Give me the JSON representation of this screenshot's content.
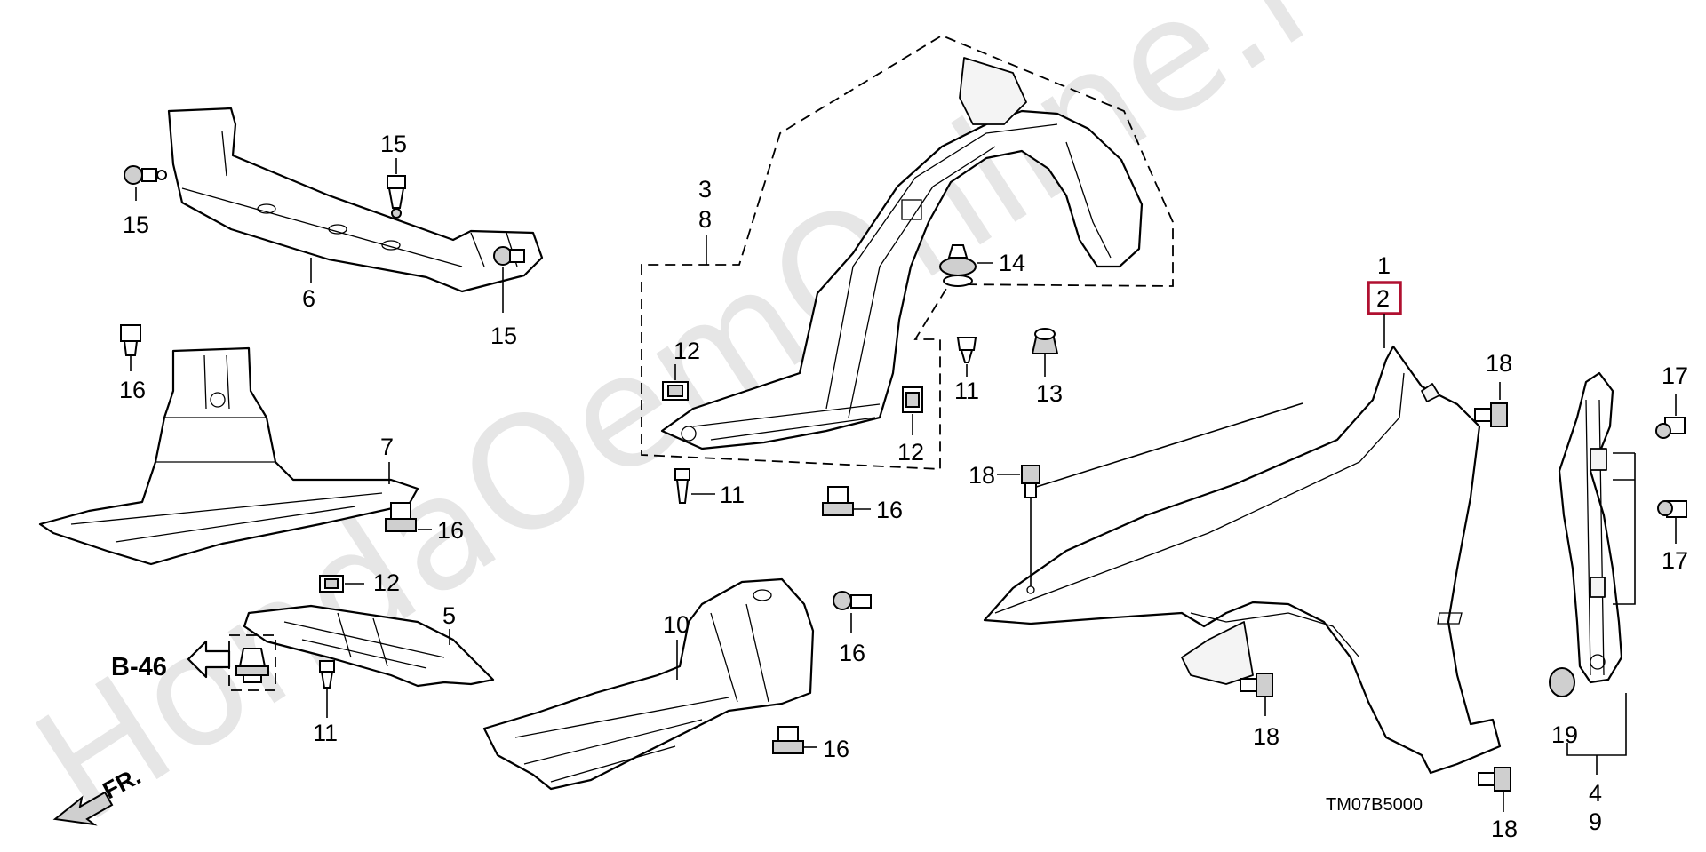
{
  "watermark": "HondaOemOnline.ru",
  "diagram_code": "TM07B5000",
  "reference": {
    "label": "B-46"
  },
  "direction": {
    "label": "FR."
  },
  "highlight_color": "#b01030",
  "callouts": {
    "c1": "1",
    "c2": "2",
    "c3": "3",
    "c8": "8",
    "c4": "4",
    "c9": "9",
    "c5": "5",
    "c6": "6",
    "c7": "7",
    "c10": "10",
    "c11a": "11",
    "c11b": "11",
    "c11c": "11",
    "c12a": "12",
    "c12b": "12",
    "c12c": "12",
    "c13": "13",
    "c14": "14",
    "c15a": "15",
    "c15b": "15",
    "c15c": "15",
    "c16a": "16",
    "c16b": "16",
    "c16c": "16",
    "c16d": "16",
    "c16e": "16",
    "c17a": "17",
    "c17b": "17",
    "c18a": "18",
    "c18b": "18",
    "c18c": "18",
    "c18d": "18",
    "c19": "19"
  }
}
